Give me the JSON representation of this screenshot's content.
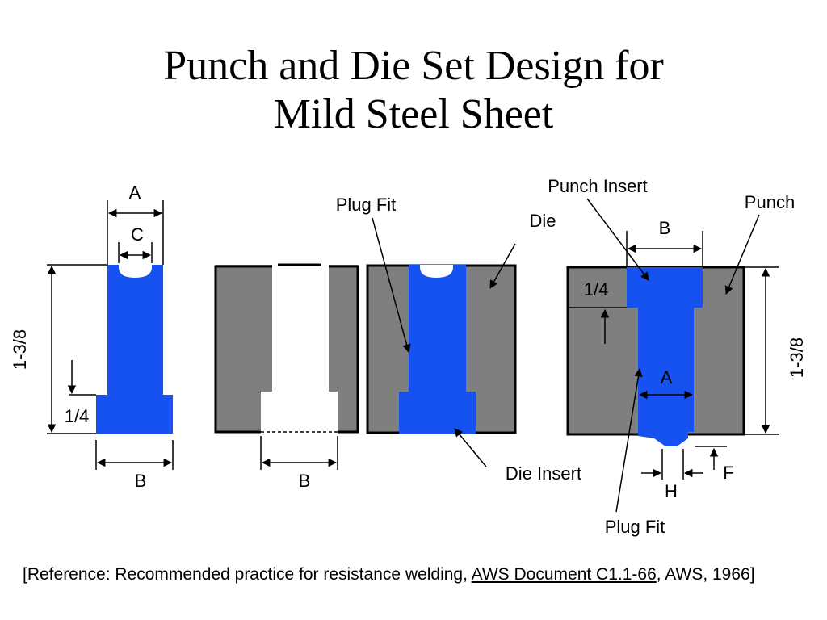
{
  "title": {
    "line1": "Punch and Die Set Design for",
    "line2": "Mild Steel Sheet"
  },
  "colors": {
    "blue": "#1652f0",
    "gray": "#7f7f7f",
    "line": "#000000"
  },
  "labels": {
    "punch_A": "A",
    "punch_C": "C",
    "punch_height": "1-3/8",
    "punch_quarter": "1/4",
    "punch_B": "B",
    "die_B": "B",
    "plug_fit_top": "Plug Fit",
    "die": "Die",
    "die_insert": "Die Insert",
    "punch_insert": "Punch Insert",
    "punch": "Punch",
    "right_B": "B",
    "right_quarter": "1/4",
    "right_A": "A",
    "right_height": "1-3/8",
    "right_F": "F",
    "right_H": "H",
    "plug_fit_bottom": "Plug Fit"
  },
  "reference": {
    "prefix": "[Reference:  Recommended practice for resistance welding, ",
    "underlined": "AWS Document C1.1-66",
    "suffix": ", AWS, 1966]"
  }
}
